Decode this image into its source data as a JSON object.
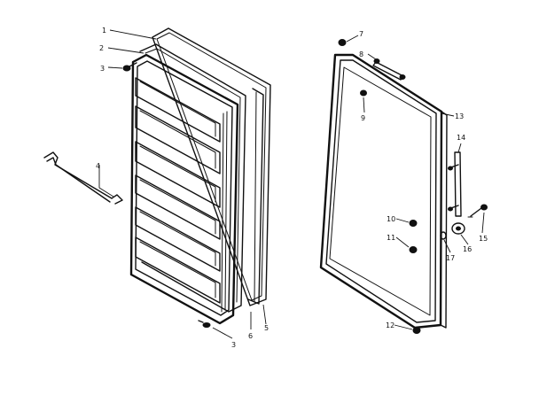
{
  "diagram": {
    "callouts": [
      {
        "id": "c1",
        "label": "1"
      },
      {
        "id": "c2",
        "label": "2"
      },
      {
        "id": "c3a",
        "label": "3"
      },
      {
        "id": "c4",
        "label": "4"
      },
      {
        "id": "c3b",
        "label": "3"
      },
      {
        "id": "c6",
        "label": "6"
      },
      {
        "id": "c5",
        "label": "5"
      },
      {
        "id": "c7",
        "label": "7"
      },
      {
        "id": "c8",
        "label": "8"
      },
      {
        "id": "c9",
        "label": "9"
      },
      {
        "id": "c13",
        "label": "13"
      },
      {
        "id": "c14",
        "label": "14"
      },
      {
        "id": "c10",
        "label": "10"
      },
      {
        "id": "c11",
        "label": "11"
      },
      {
        "id": "c15",
        "label": "15"
      },
      {
        "id": "c16",
        "label": "16"
      },
      {
        "id": "c17",
        "label": "17"
      },
      {
        "id": "c12",
        "label": "12"
      }
    ]
  }
}
